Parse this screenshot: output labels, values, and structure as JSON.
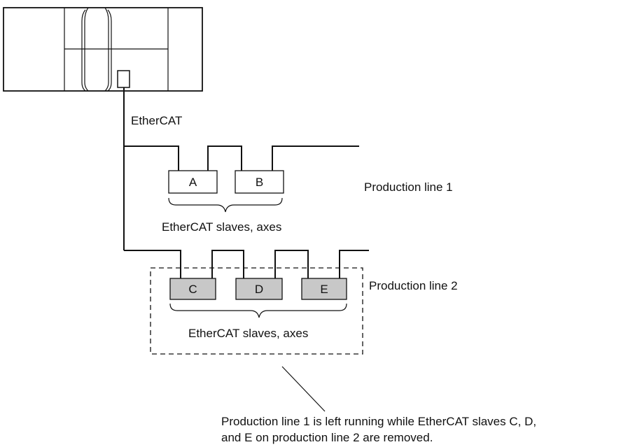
{
  "network": {
    "label": "EtherCAT"
  },
  "line1": {
    "label": "Production line 1",
    "slaves": [
      "A",
      "B"
    ],
    "slaves_caption": "EtherCAT slaves, axes"
  },
  "line2": {
    "label": "Production line 2",
    "slaves": [
      "C",
      "D",
      "E"
    ],
    "slaves_caption": "EtherCAT slaves, axes"
  },
  "note": {
    "line_1": "Production line 1 is left running while EtherCAT slaves C, D,",
    "line_2": "and E on production line 2 are removed."
  },
  "colors": {
    "removed_slave_fill": "#c8c8c8",
    "running_slave_fill": "#ffffff",
    "stroke": "#111111"
  }
}
